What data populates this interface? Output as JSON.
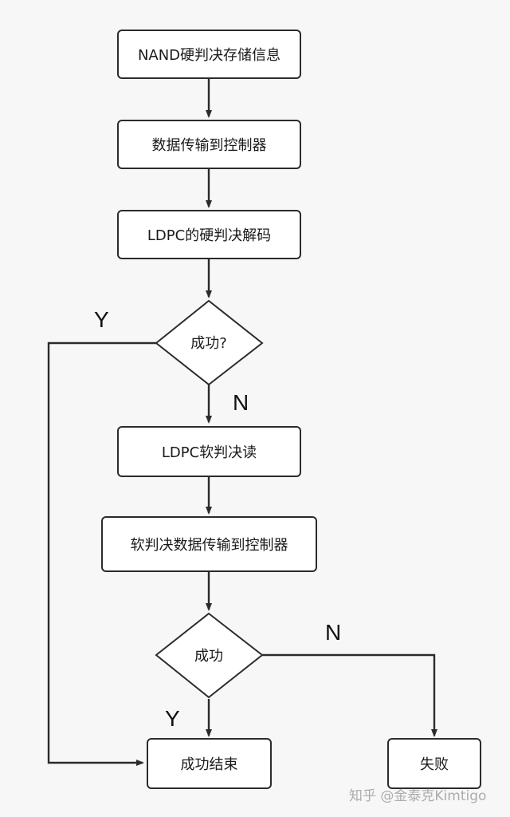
{
  "nodes": {
    "nand_hard_read": "NAND硬判决存储信息",
    "transfer_to_controller": "数据传输到控制器",
    "ldpc_hard_decode": "LDPC的硬判决解码",
    "success_check_1": "成功?",
    "ldpc_soft_read": "LDPC软判决读",
    "soft_data_transfer": "软判决数据传输到控制器",
    "success_check_2": "成功",
    "success_end": "成功结束",
    "failure": "失败"
  },
  "edge_labels": {
    "yes_upper": "Y",
    "no_upper": "N",
    "no_lower": "N",
    "yes_lower": "Y"
  },
  "watermark": "知乎 @金泰克Kimtigo",
  "colors": {
    "background": "#f7f7f7",
    "line": "#2b2b2b",
    "node_fill": "#ffffff",
    "text": "#1a1a1a",
    "watermark": "#8a8a8a"
  }
}
